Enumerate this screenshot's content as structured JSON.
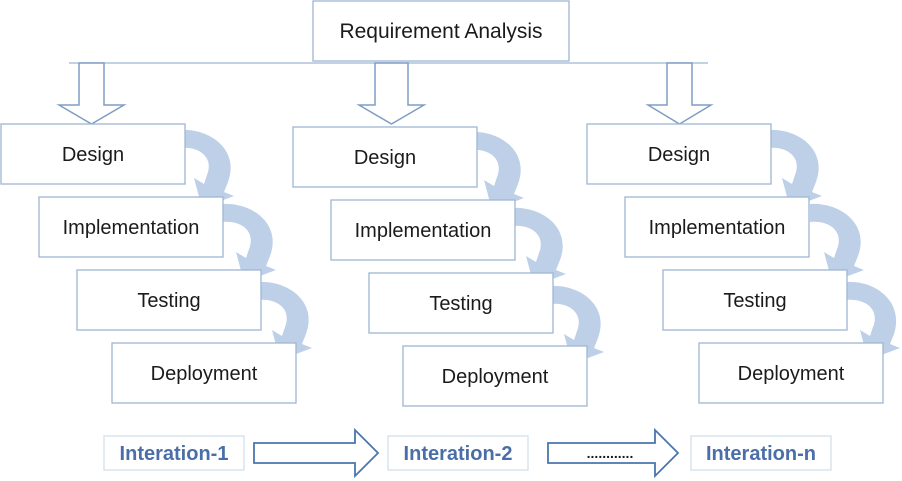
{
  "top": {
    "label": "Requirement Analysis"
  },
  "iterations": [
    {
      "phases": [
        "Design",
        "Implementation",
        "Testing",
        "Deployment"
      ],
      "footer": "Interation-1"
    },
    {
      "phases": [
        "Design",
        "Implementation",
        "Testing",
        "Deployment"
      ],
      "footer": "Interation-2"
    },
    {
      "phases": [
        "Design",
        "Implementation",
        "Testing",
        "Deployment"
      ],
      "footer": "Interation-n"
    }
  ],
  "between_label": "............",
  "colors": {
    "box_border": "#9fb6d2",
    "curved_arrow_fill": "#bdd0e8",
    "iteration_text": "#4a6fa8",
    "flow_arrow_stroke": "#4a76ad"
  }
}
